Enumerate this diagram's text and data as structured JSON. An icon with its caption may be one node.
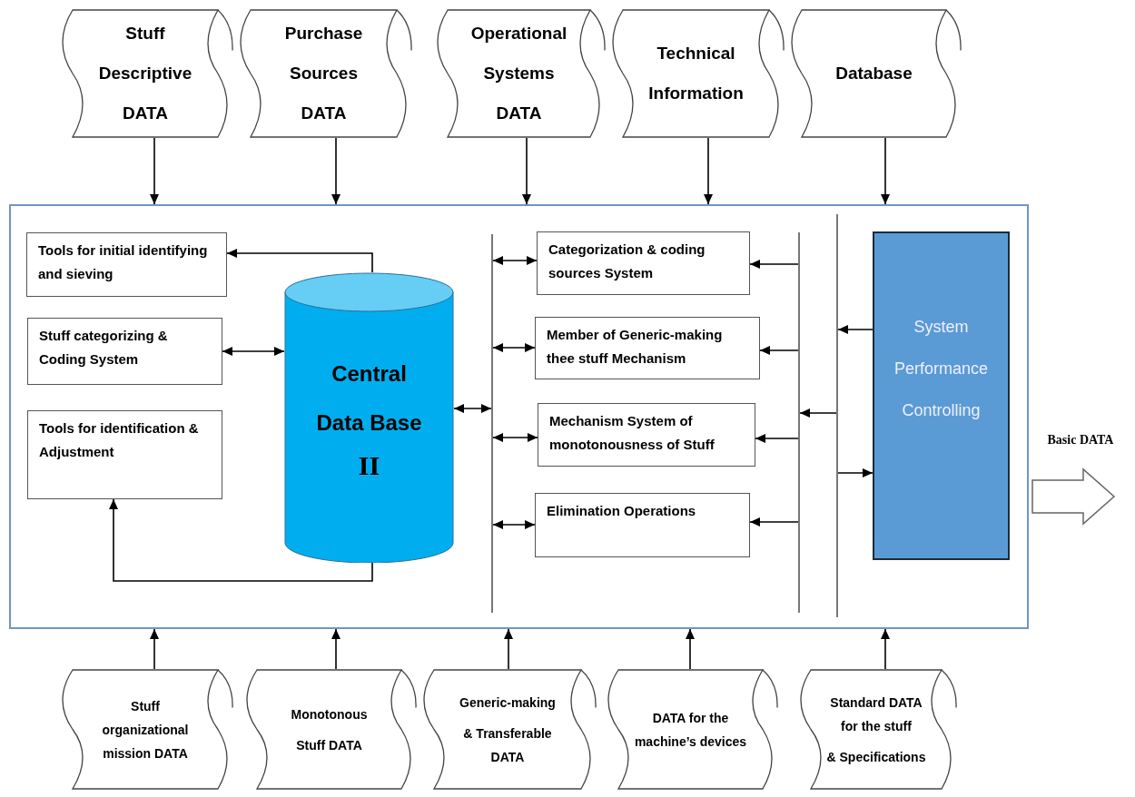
{
  "diagram": {
    "nodes": [
      {
        "text": [
          "Stuff Descriptive DATA"
        ]
      },
      {
        "text": [
          "Purchase Sources DATA"
        ]
      },
      {
        "text": [
          "Operational Systems DATA"
        ]
      },
      {
        "text": [
          "Technical Information"
        ]
      },
      {
        "text": [
          "Database"
        ]
      },
      {
        "text": [],
        "shape": "box"
      },
      {
        "text": [
          "Tools for initial identifying and sieving"
        ],
        "in": 5
      },
      {
        "text": [
          "Stuff categorizing & Coding System"
        ],
        "in": 5
      },
      {
        "text": [
          "Tools for identification & Adjustment"
        ],
        "in": 5
      },
      {
        "text": [
          "Central Data Base",
          "II"
        ],
        "in": 5
      },
      {
        "text": [],
        "shape": "bar",
        "in": 5
      },
      {
        "text": [
          "Categorization & coding sources System"
        ],
        "in": 5
      },
      {
        "text": [
          "Member of Generic-making thee stuff Mechanism"
        ],
        "in": 5
      },
      {
        "text": [
          "Mechanism System of monotonousness of Stuff"
        ],
        "in": 5
      },
      {
        "text": [
          "Elimination Operations"
        ],
        "in": 5
      },
      {
        "text": [],
        "shape": "bar",
        "in": 5
      },
      {
        "text": [],
        "shape": "bar",
        "in": 5
      },
      {
        "text": [
          "System Performance Controlling"
        ],
        "in": 5
      },
      {
        "text": [
          "Stuff organizational mission DATA"
        ]
      },
      {
        "text": [
          "Monotonous",
          "Stuff DATA"
        ]
      },
      {
        "text": [
          "Generic-making",
          "& Transferable DATA"
        ]
      },
      {
        "text": [
          "DATA for the machine’s devices"
        ]
      },
      {
        "text": [
          "Standard DATA for the stuff",
          "& Specifications"
        ]
      }
    ],
    "edges": [
      {
        "from": 0,
        "to": 5,
        "arrow": "to"
      },
      {
        "from": 1,
        "to": 5,
        "arrow": "to"
      },
      {
        "from": 2,
        "to": 5,
        "arrow": "to"
      },
      {
        "from": 3,
        "to": 5,
        "arrow": "to"
      },
      {
        "from": 4,
        "to": 5,
        "arrow": "to"
      },
      {
        "from": 9,
        "to": 6,
        "arrow": "to"
      },
      {
        "from": 7,
        "to": 9,
        "arrow": "both"
      },
      {
        "from": 9,
        "to": 8,
        "arrow": "to"
      },
      {
        "from": 9,
        "to": 10,
        "arrow": "both"
      },
      {
        "from": 10,
        "to": 11,
        "arrow": "both"
      },
      {
        "from": 10,
        "to": 12,
        "arrow": "both"
      },
      {
        "from": 10,
        "to": 13,
        "arrow": "both"
      },
      {
        "from": 10,
        "to": 14,
        "arrow": "both"
      },
      {
        "from": 15,
        "to": 11,
        "arrow": "to"
      },
      {
        "from": 15,
        "to": 12,
        "arrow": "to"
      },
      {
        "from": 15,
        "to": 13,
        "arrow": "to"
      },
      {
        "from": 15,
        "to": 14,
        "arrow": "to"
      },
      {
        "from": 16,
        "to": 15,
        "arrow": "to"
      },
      {
        "from": 17,
        "to": 16,
        "arrow": "to"
      },
      {
        "from": 16,
        "to": 17,
        "arrow": "to"
      },
      {
        "from": 5,
        "to": null,
        "arrow": "to",
        "label": "Basic DATA",
        "style": "thick"
      },
      {
        "from": 18,
        "to": 5,
        "arrow": "to"
      },
      {
        "from": 19,
        "to": 5,
        "arrow": "to"
      },
      {
        "from": 20,
        "to": 5,
        "arrow": "to"
      },
      {
        "from": 21,
        "to": 5,
        "arrow": "to"
      },
      {
        "from": 22,
        "to": 5,
        "arrow": "to"
      }
    ]
  }
}
